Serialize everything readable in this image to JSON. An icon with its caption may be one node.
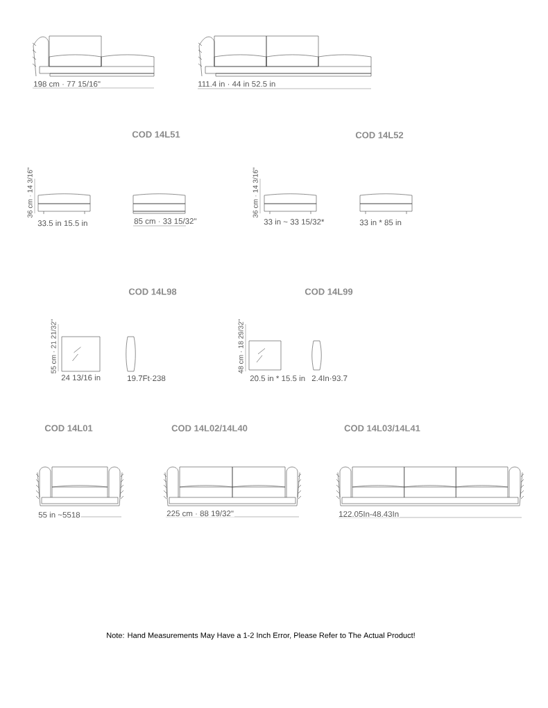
{
  "diagram": {
    "labels": [
      "198 cm · 77 15/16\"",
      "111.4 in · 44 in 52.5 in",
      "COD 14L51",
      "COD 14L52",
      "36 cm · 14 3/16\"",
      "33.5 in 15.5 in",
      "85 cm · 33 15/32\"",
      "36 cm · 14 3/16\"",
      "33 in ~ 33 15/32*",
      "33 in * 85 in",
      "COD 14L98",
      "COD 14L99",
      "55 cm · 21 21/32\"",
      "24 13/16 in",
      "19.7Ft·238",
      "48 cm · 18 29/32\"",
      "20.5 in * 15.5 in",
      "2.4In·93.7",
      "COD 14L01",
      "COD 14L02/14L40",
      "COD 14L03/14L41",
      "55 in ~5518",
      "225 cm · 88 19/32\"",
      "122.05In-48.43In",
      "Note: Hand Measurements May Have a 1-2 Inch Error, Please Refer to The Actual Product!"
    ]
  }
}
